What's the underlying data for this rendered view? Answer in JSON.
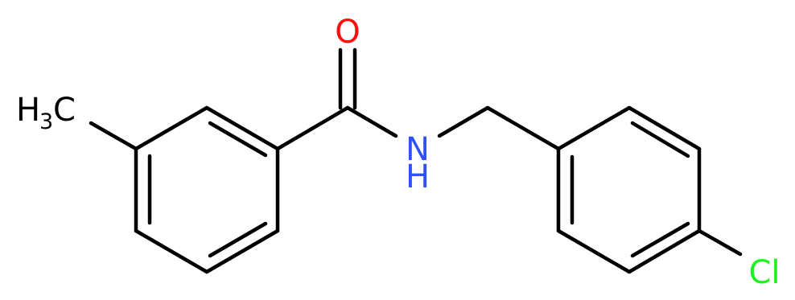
{
  "molecule": {
    "atoms": {
      "oxygen": {
        "symbol": "O",
        "color": "#ff0d0d"
      },
      "nitrogen": {
        "symbol": "N",
        "h": "H",
        "color": "#3050f8"
      },
      "chlorine": {
        "symbol": "Cl",
        "color": "#1ff01f"
      },
      "methyl": {
        "symbol": "H",
        "subscript": "3",
        "suffix": "C",
        "color": "#000000"
      }
    },
    "bond_color": "#000000"
  }
}
